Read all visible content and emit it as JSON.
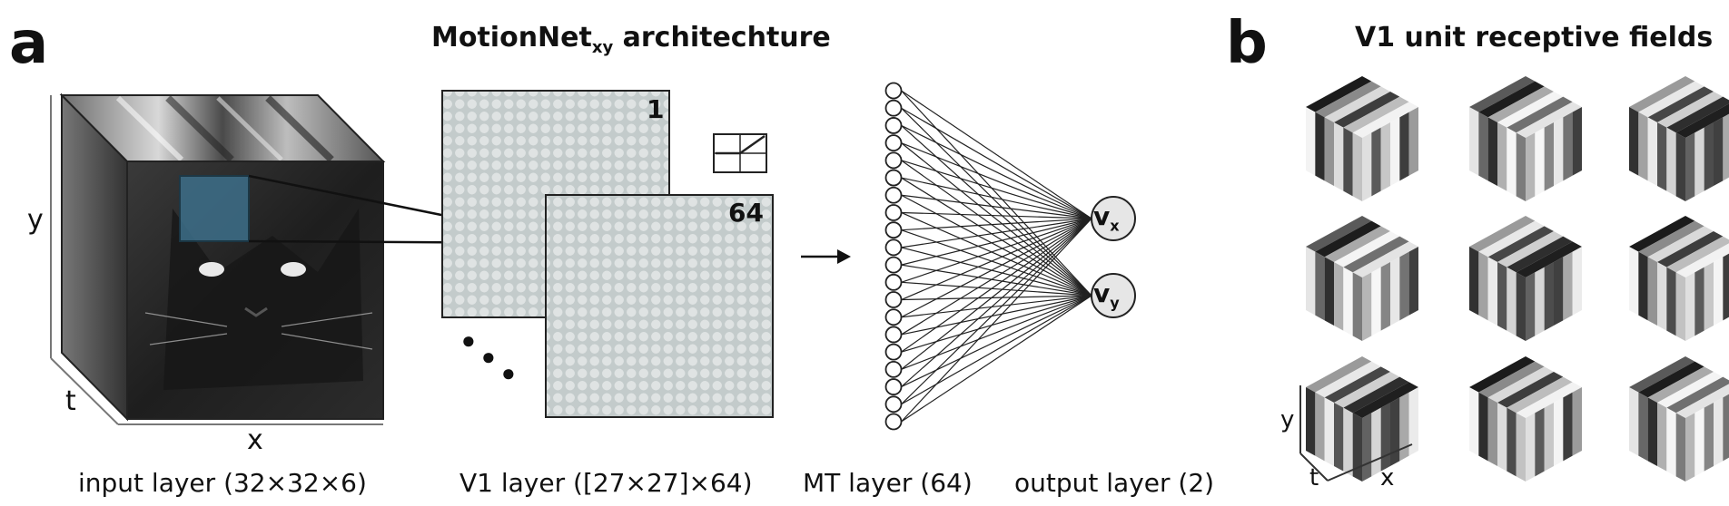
{
  "panel_a": {
    "letter": "a",
    "title_main": "MotionNet",
    "title_sub": "xy",
    "title_rest": " architechture",
    "axis_y": "y",
    "axis_t": "t",
    "axis_x": "x",
    "v1_first_index": "1",
    "v1_last_index": "64",
    "ellipsis": "• • •",
    "output_units": [
      "v",
      "v"
    ],
    "output_subs": [
      "x",
      "y"
    ],
    "mt_unit_count": 20,
    "captions": {
      "input": "input layer (32×32×6)",
      "v1": "V1 layer ([27×27]×64)",
      "mt": "MT layer (64)",
      "output": "output layer (2)"
    }
  },
  "panel_b": {
    "letter": "b",
    "title": "V1 unit receptive fields",
    "axis_y": "y",
    "axis_t": "t",
    "axis_x": "x",
    "grid_rows": 3,
    "grid_cols": 3
  },
  "colors": {
    "highlight": "#3d6f8a",
    "v1_map_bg": "#c3cbcb",
    "v1_map_dot": "#dfe3e3",
    "output_fill": "#e6e6e6"
  }
}
